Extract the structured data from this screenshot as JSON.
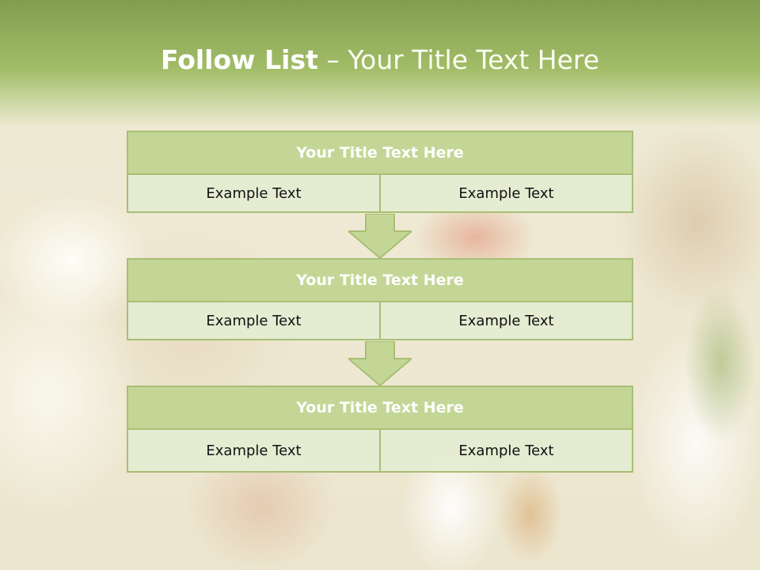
{
  "slide": {
    "title_bold": "Follow List",
    "title_rest": " – Your Title Text Here"
  },
  "blocks": [
    {
      "title": "Your Title Text Here",
      "left": "Example Text",
      "right": "Example Text"
    },
    {
      "title": "Your Title Text Here",
      "left": "Example Text",
      "right": "Example Text"
    },
    {
      "title": "Your Title Text Here",
      "left": "Example Text",
      "right": "Example Text"
    }
  ],
  "colors": {
    "header": "#a2bd68",
    "box_title": "#c4d696",
    "box_border": "#a8bf74",
    "cell_fill": "#e4ecd2"
  }
}
